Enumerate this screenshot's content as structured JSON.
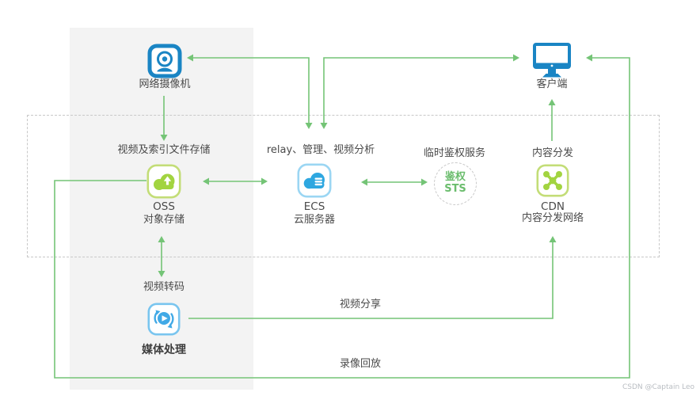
{
  "watermark": "CSDN @Captain Leo",
  "colors": {
    "blue_primary": "#1a85c4",
    "ecs_cloud_blue": "#2ea7e0",
    "ecs_border_blue": "#9bd6f3",
    "mps_border_blue": "#79c5ef",
    "mps_inner_blue": "#41a9e6",
    "green_icon_fill": "#a2d440",
    "green_icon_border": "#c3dd77",
    "connector_green": "#74c476",
    "sts_text_green": "#6bbd6d",
    "label_text": "#4a4a4a",
    "panel_gray": "#f3f3f3",
    "dashed_border_gray": "#c8c8c8"
  },
  "nodes": {
    "camera": {
      "label": "网络摄像机"
    },
    "storage": {
      "label": "视频及索引文件存储"
    },
    "oss": {
      "name": "OSS",
      "desc": "对象存储"
    },
    "ecs": {
      "caption": "relay、管理、视频分析",
      "name": "ECS",
      "desc": "云服务器"
    },
    "sts": {
      "caption": "临时鉴权服务",
      "badge_line1": "鉴权",
      "badge_line2": "STS"
    },
    "cdn": {
      "caption": "内容分发",
      "name": "CDN",
      "desc": "内容分发网络"
    },
    "client": {
      "label": "客户端"
    },
    "transcode": {
      "caption": "视频转码",
      "name": "媒体处理"
    }
  },
  "flows": {
    "share": "视频分享",
    "playback": "录像回放"
  }
}
